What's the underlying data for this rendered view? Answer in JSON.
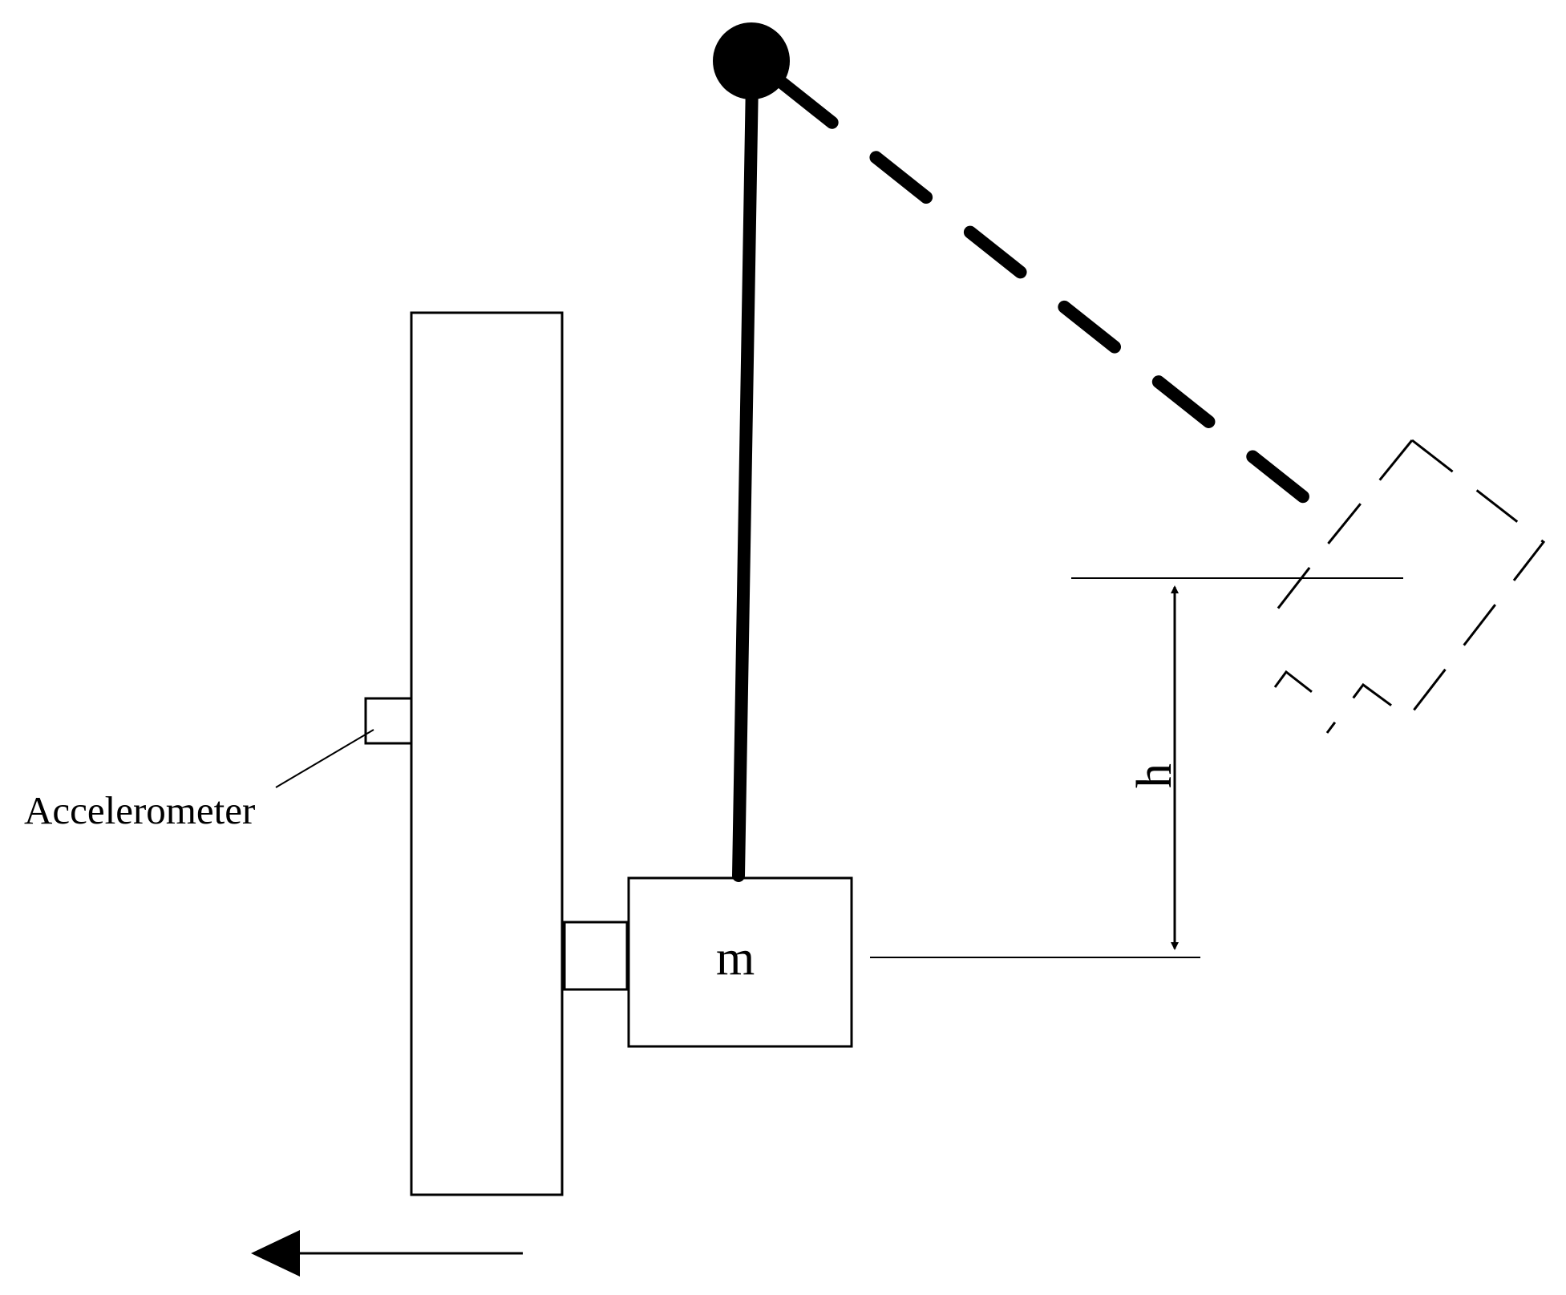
{
  "diagram": {
    "sensor_label": "Accelerometer",
    "mass_label": "m",
    "height_label": "h"
  }
}
